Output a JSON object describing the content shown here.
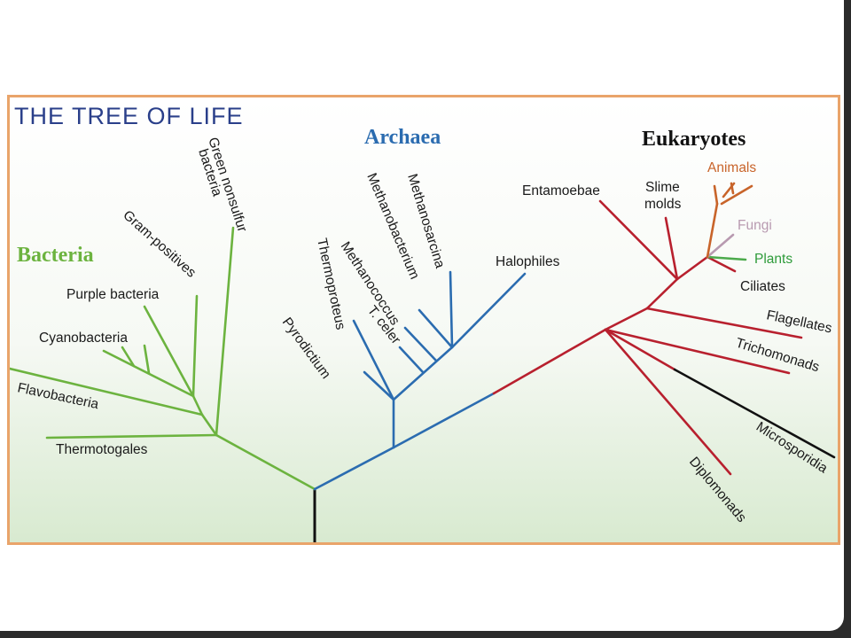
{
  "title": "THE TREE OF LIFE",
  "groups": {
    "bacteria": "Bacteria",
    "archaea": "Archaea",
    "eukaryotes": "Eukaryotes"
  },
  "taxa": {
    "green_nonsulfur_line1": "Green nonsulfur",
    "green_nonsulfur_line2": "bacteria",
    "gram_positives": "Gram-positives",
    "purple_bacteria": "Purple bacteria",
    "cyanobacteria": "Cyanobacteria",
    "flavobacteria": "Flavobacteria",
    "thermotogales": "Thermotogales",
    "methanosarcina": "Methanosarcina",
    "methanobacterium": "Methanobacterium",
    "methanococcus": "Methanococcus",
    "thermoproteus": "Thermoproteus",
    "t_celer": "T. celer",
    "pyrodictium": "Pyrodictium",
    "halophiles": "Halophiles",
    "entamoebae": "Entamoebae",
    "slime_molds_line1": "Slime",
    "slime_molds_line2": "molds",
    "animals": "Animals",
    "fungi": "Fungi",
    "plants": "Plants",
    "ciliates": "Ciliates",
    "flagellates": "Flagellates",
    "trichomonads": "Trichomonads",
    "microsporidia": "Microsporidia",
    "diplomonads": "Diplomonads"
  },
  "colors": {
    "bacteria": "#6cb33f",
    "archaea": "#2b6cb0",
    "eukaryotes": "#b8202e",
    "animals": "#c8642a",
    "fungi": "#b89ab0",
    "plants": "#4caa4c",
    "microsporidia": "#111111",
    "root": "#111111",
    "title": "#2a3f8a",
    "frame": "#e9a46a"
  }
}
